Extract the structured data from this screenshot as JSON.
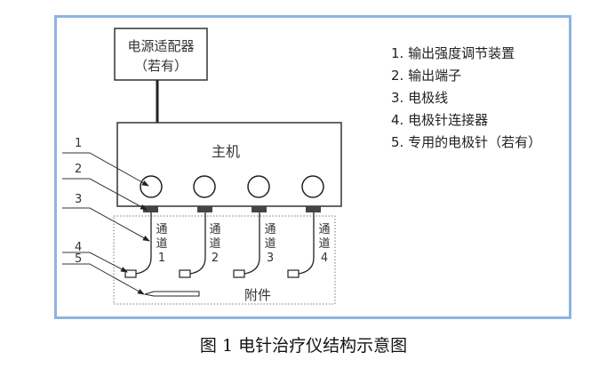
{
  "diagram": {
    "adapter_label_line1": "电源适配器",
    "adapter_label_line2": "（若有）",
    "host_label": "主机",
    "accessory_label": "附件",
    "callout_numbers": [
      "1",
      "2",
      "3",
      "4",
      "5"
    ],
    "channels": [
      {
        "label_top": "通",
        "label_mid": "道",
        "number": "1"
      },
      {
        "label_top": "通",
        "label_mid": "道",
        "number": "2"
      },
      {
        "label_top": "通",
        "label_mid": "道",
        "number": "3"
      },
      {
        "label_top": "通",
        "label_mid": "道",
        "number": "4"
      }
    ]
  },
  "legend": {
    "items": [
      "1. 输出强度调节装置",
      "2. 输出端子",
      "3. 电极线",
      "4. 电极针连接器",
      "5. 专用的电极针（若有）"
    ]
  },
  "caption": "图 1  电针治疗仪结构示意图",
  "colors": {
    "frame_border": "#8db4e2",
    "line": "#333333",
    "terminal": "#444444"
  }
}
